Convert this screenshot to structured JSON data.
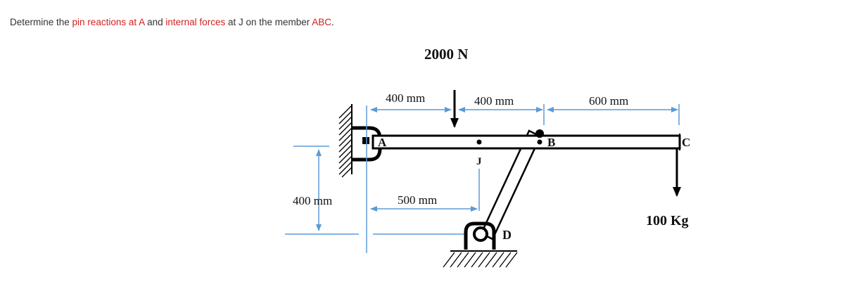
{
  "question": {
    "prefix": "Determine the ",
    "pin_reactions": "pin reactions at A",
    "and": " and ",
    "internal_forces": "internal forces",
    "at_j": " at J on the member ",
    "member": "ABC",
    "suffix": "."
  },
  "diagram": {
    "load_top": "2000 N",
    "load_end": "100 Kg",
    "dim_a_to_load": "400 mm",
    "dim_load_to_b": "400 mm",
    "dim_b_to_c": "600 mm",
    "dim_height": "400 mm",
    "dim_a_to_d": "500 mm",
    "point_a": "A",
    "point_b": "B",
    "point_c": "C",
    "point_d": "D",
    "point_j": "J"
  },
  "colors": {
    "highlight": "#d31f1f",
    "dimension_line": "#5b9bd5",
    "text": "#333333"
  }
}
